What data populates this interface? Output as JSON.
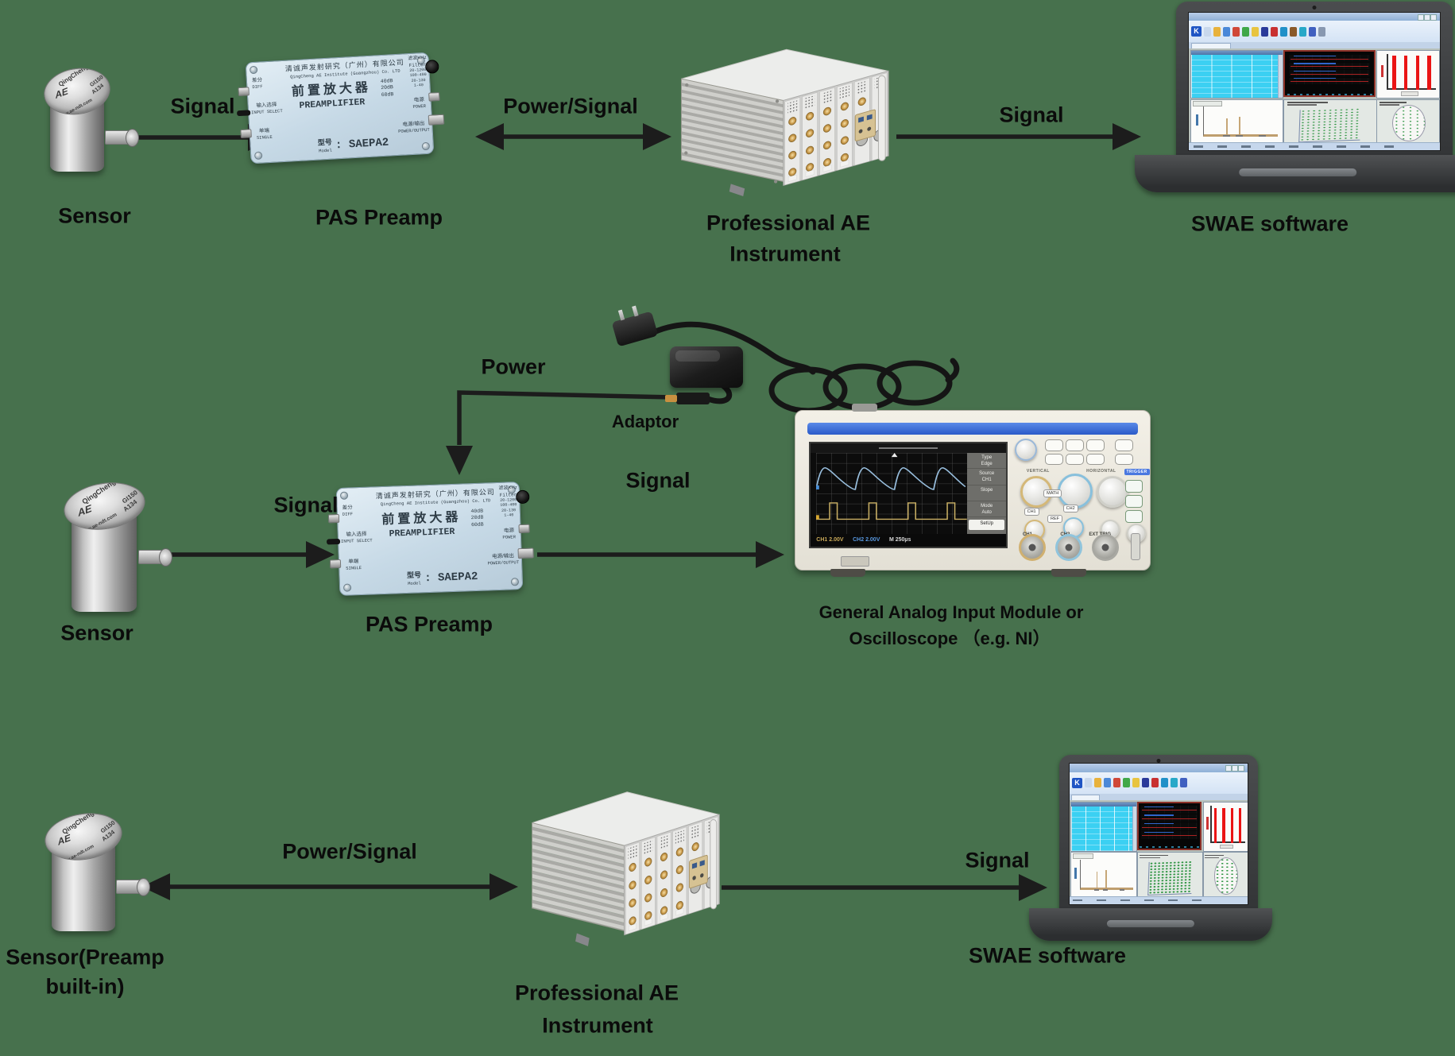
{
  "colors": {
    "background": "#47714d",
    "arrow": "#1c1c1c",
    "preamp_panel": "#c6d9e6",
    "table_cyan": "#3bd0f2",
    "bar_red": "#ea1414",
    "scope_stripe_blue": "#2a5ac8"
  },
  "row1": {
    "label_signal_1": "Signal",
    "label_power_signal": "Power/Signal",
    "label_signal_2": "Signal",
    "caption_sensor": "Sensor",
    "caption_preamp": "PAS Preamp",
    "caption_instrument_1": "Professional AE",
    "caption_instrument_2": "Instrument",
    "caption_software": "SWAE software"
  },
  "row2": {
    "label_signal_1": "Signal",
    "label_power": "Power",
    "caption_adaptor": "Adaptor",
    "label_signal_2": "Signal",
    "caption_sensor": "Sensor",
    "caption_preamp": "PAS Preamp",
    "caption_daq_1": "General Analog Input Module or",
    "caption_daq_2": "Oscilloscope （e.g. NI）"
  },
  "row3": {
    "label_power_signal": "Power/Signal",
    "label_signal": "Signal",
    "caption_sensor_1": "Sensor(Preamp",
    "caption_sensor_2": "built-in)",
    "caption_instrument_1": "Professional AE",
    "caption_instrument_2": "Instrument",
    "caption_software": "SWAE software"
  },
  "sensor": {
    "brand": "QingCheng",
    "model": "GI150",
    "serial": "A134",
    "logo": "AE",
    "website": "www.ae-ndt.com"
  },
  "preamp": {
    "company_zh": "清诚声发射研究（广州）有限公司",
    "company_en": "QingCheng AE Institute (Guangzhou) Co. LTD",
    "title_zh": "前置放大器",
    "title_en": "PREAMPLIFIER",
    "gain_1": "40dB",
    "gain_2": "20dB",
    "gain_3": "60dB",
    "filter_zh": "滤波KHz",
    "filter_en": "Filter",
    "filter_r1": "20-1200",
    "filter_r2": "100-400",
    "filter_r3": "20-130",
    "filter_r4": "1-40",
    "power_zh": "电源",
    "power_en": "POWER",
    "output_zh": "电源/输出",
    "output_en": "POWER/OUTPUT",
    "diff_zh": "差分",
    "diff_en": "DIFF",
    "input_zh": "输入选择",
    "input_en": "INPUT SELECT",
    "single_zh": "单端",
    "single_en": "SINGLE",
    "model_zh": "型号",
    "model_en": "Model",
    "model_value": ": SAEPA2"
  },
  "scope": {
    "menu_type": "Type",
    "menu_type_v": "Edge",
    "menu_source": "Source",
    "menu_source_v": "CH1",
    "menu_slope": "Slope",
    "menu_mode": "Mode",
    "menu_mode_v": "Auto",
    "menu_setup": "SetUp",
    "status_ch1": "CH1 2.00V",
    "status_ch2": "CH2 2.00V",
    "status_time": "M 250µs",
    "label_vertical": "VERTICAL",
    "label_horizontal": "HORIZONTAL",
    "label_trigger": "TRIGGER",
    "bnc_ch1": "CH1",
    "bnc_ch2": "CH2",
    "bnc_ext": "EXT TRIG"
  },
  "swae": {
    "logo_letter": "K"
  }
}
